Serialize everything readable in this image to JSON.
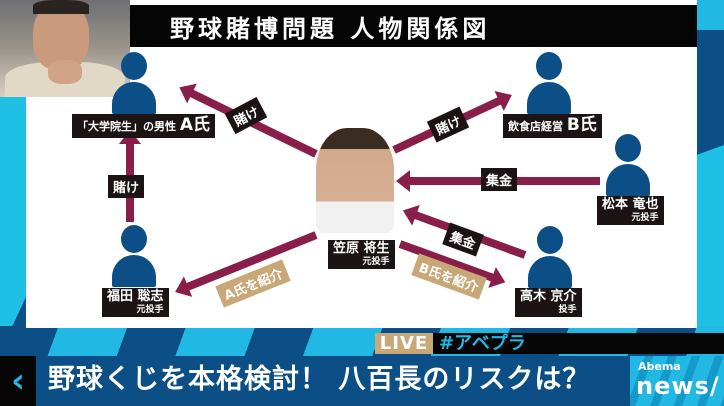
{
  "title": "野球賭博問題 人物関係図",
  "people": {
    "center": {
      "name": "笠原 将生",
      "role": "元投手"
    },
    "a": {
      "name": "「大学院生」の男性",
      "suffix": "A氏"
    },
    "b": {
      "name": "飲食店経営",
      "suffix": "B氏"
    },
    "matsumoto": {
      "name": "松本 竜也",
      "role": "元投手"
    },
    "fukuda": {
      "name": "福田 聡志",
      "role": "元投手"
    },
    "takagi": {
      "name": "高木 京介",
      "role": "投手"
    }
  },
  "edges": [
    {
      "from": "center",
      "to": "a",
      "label": "賭け"
    },
    {
      "from": "center",
      "to": "b",
      "label": "賭け"
    },
    {
      "from": "fukuda",
      "to": "a",
      "label": "賭け"
    },
    {
      "from": "matsumoto",
      "to": "center",
      "label": "集金"
    },
    {
      "from": "takagi",
      "to": "center",
      "label": "集金"
    },
    {
      "from": "center",
      "to": "fukuda",
      "label": "A氏を紹介"
    },
    {
      "from": "center",
      "to": "takagi",
      "label": "B氏を紹介"
    }
  ],
  "badges": {
    "live": "LIVE",
    "hashtag": "#アベプラ"
  },
  "ticker": {
    "text": "野球くじを本格検討！ 八百長のリスクは？",
    "back_icon": "‹"
  },
  "logo": {
    "top": "Abema",
    "bottom": "news/"
  },
  "colors": {
    "arrow": "#8a1e4a",
    "person": "#0b4f86",
    "accent": "#22b8e4",
    "gold": "#c9a878"
  }
}
